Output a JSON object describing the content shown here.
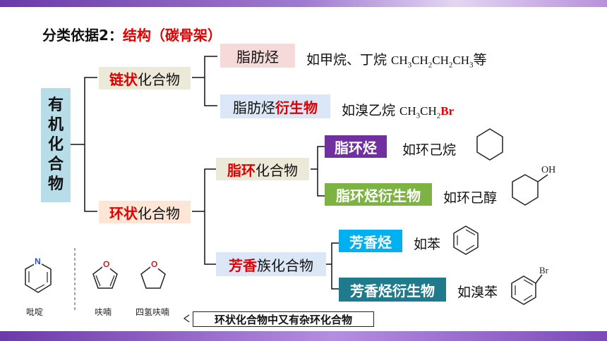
{
  "title": {
    "prefix": "分类依据2：",
    "highlight": "结构（碳骨架）"
  },
  "root": {
    "chars": [
      "有",
      "机",
      "化",
      "合",
      "物"
    ]
  },
  "chain": {
    "red": "链状",
    "rest": "化合物"
  },
  "ring": {
    "red": "环状",
    "rest": "化合物"
  },
  "aliphatic": "脂肪烃",
  "aliphatic_example": {
    "prefix": "如甲烷、丁烷 ",
    "formula": "CH3CH2CH2CH3",
    "suffix": "等"
  },
  "aliphatic_deriv": {
    "black": "脂肪烃",
    "red": "衍生物"
  },
  "aliphatic_deriv_example": {
    "prefix": "如溴乙烷 ",
    "formula": "CH3CH2",
    "br": "Br"
  },
  "alicyclic": {
    "red": "脂环",
    "rest": "化合物"
  },
  "aromatic": {
    "red": "芳香",
    "rest": "族化合物"
  },
  "alicyclic_hc": "脂环烃",
  "alicyclic_hc_example": "如环己烷",
  "alicyclic_deriv": "脂环烃衍生物",
  "alicyclic_deriv_example": "如环己醇",
  "oh_label": "OH",
  "aromatic_hc": "芳香烃",
  "aromatic_hc_example": "如苯",
  "aromatic_deriv": "芳香烃衍生物",
  "aromatic_deriv_example": "如溴苯",
  "br_label": "Br",
  "pyridine": {
    "atom": "N",
    "caption": "吡啶"
  },
  "furan": {
    "atom": "O",
    "caption": "呋喃"
  },
  "thf": {
    "atom": "O",
    "caption": "四氢呋喃"
  },
  "note": "环状化合物中又有杂环化合物"
}
